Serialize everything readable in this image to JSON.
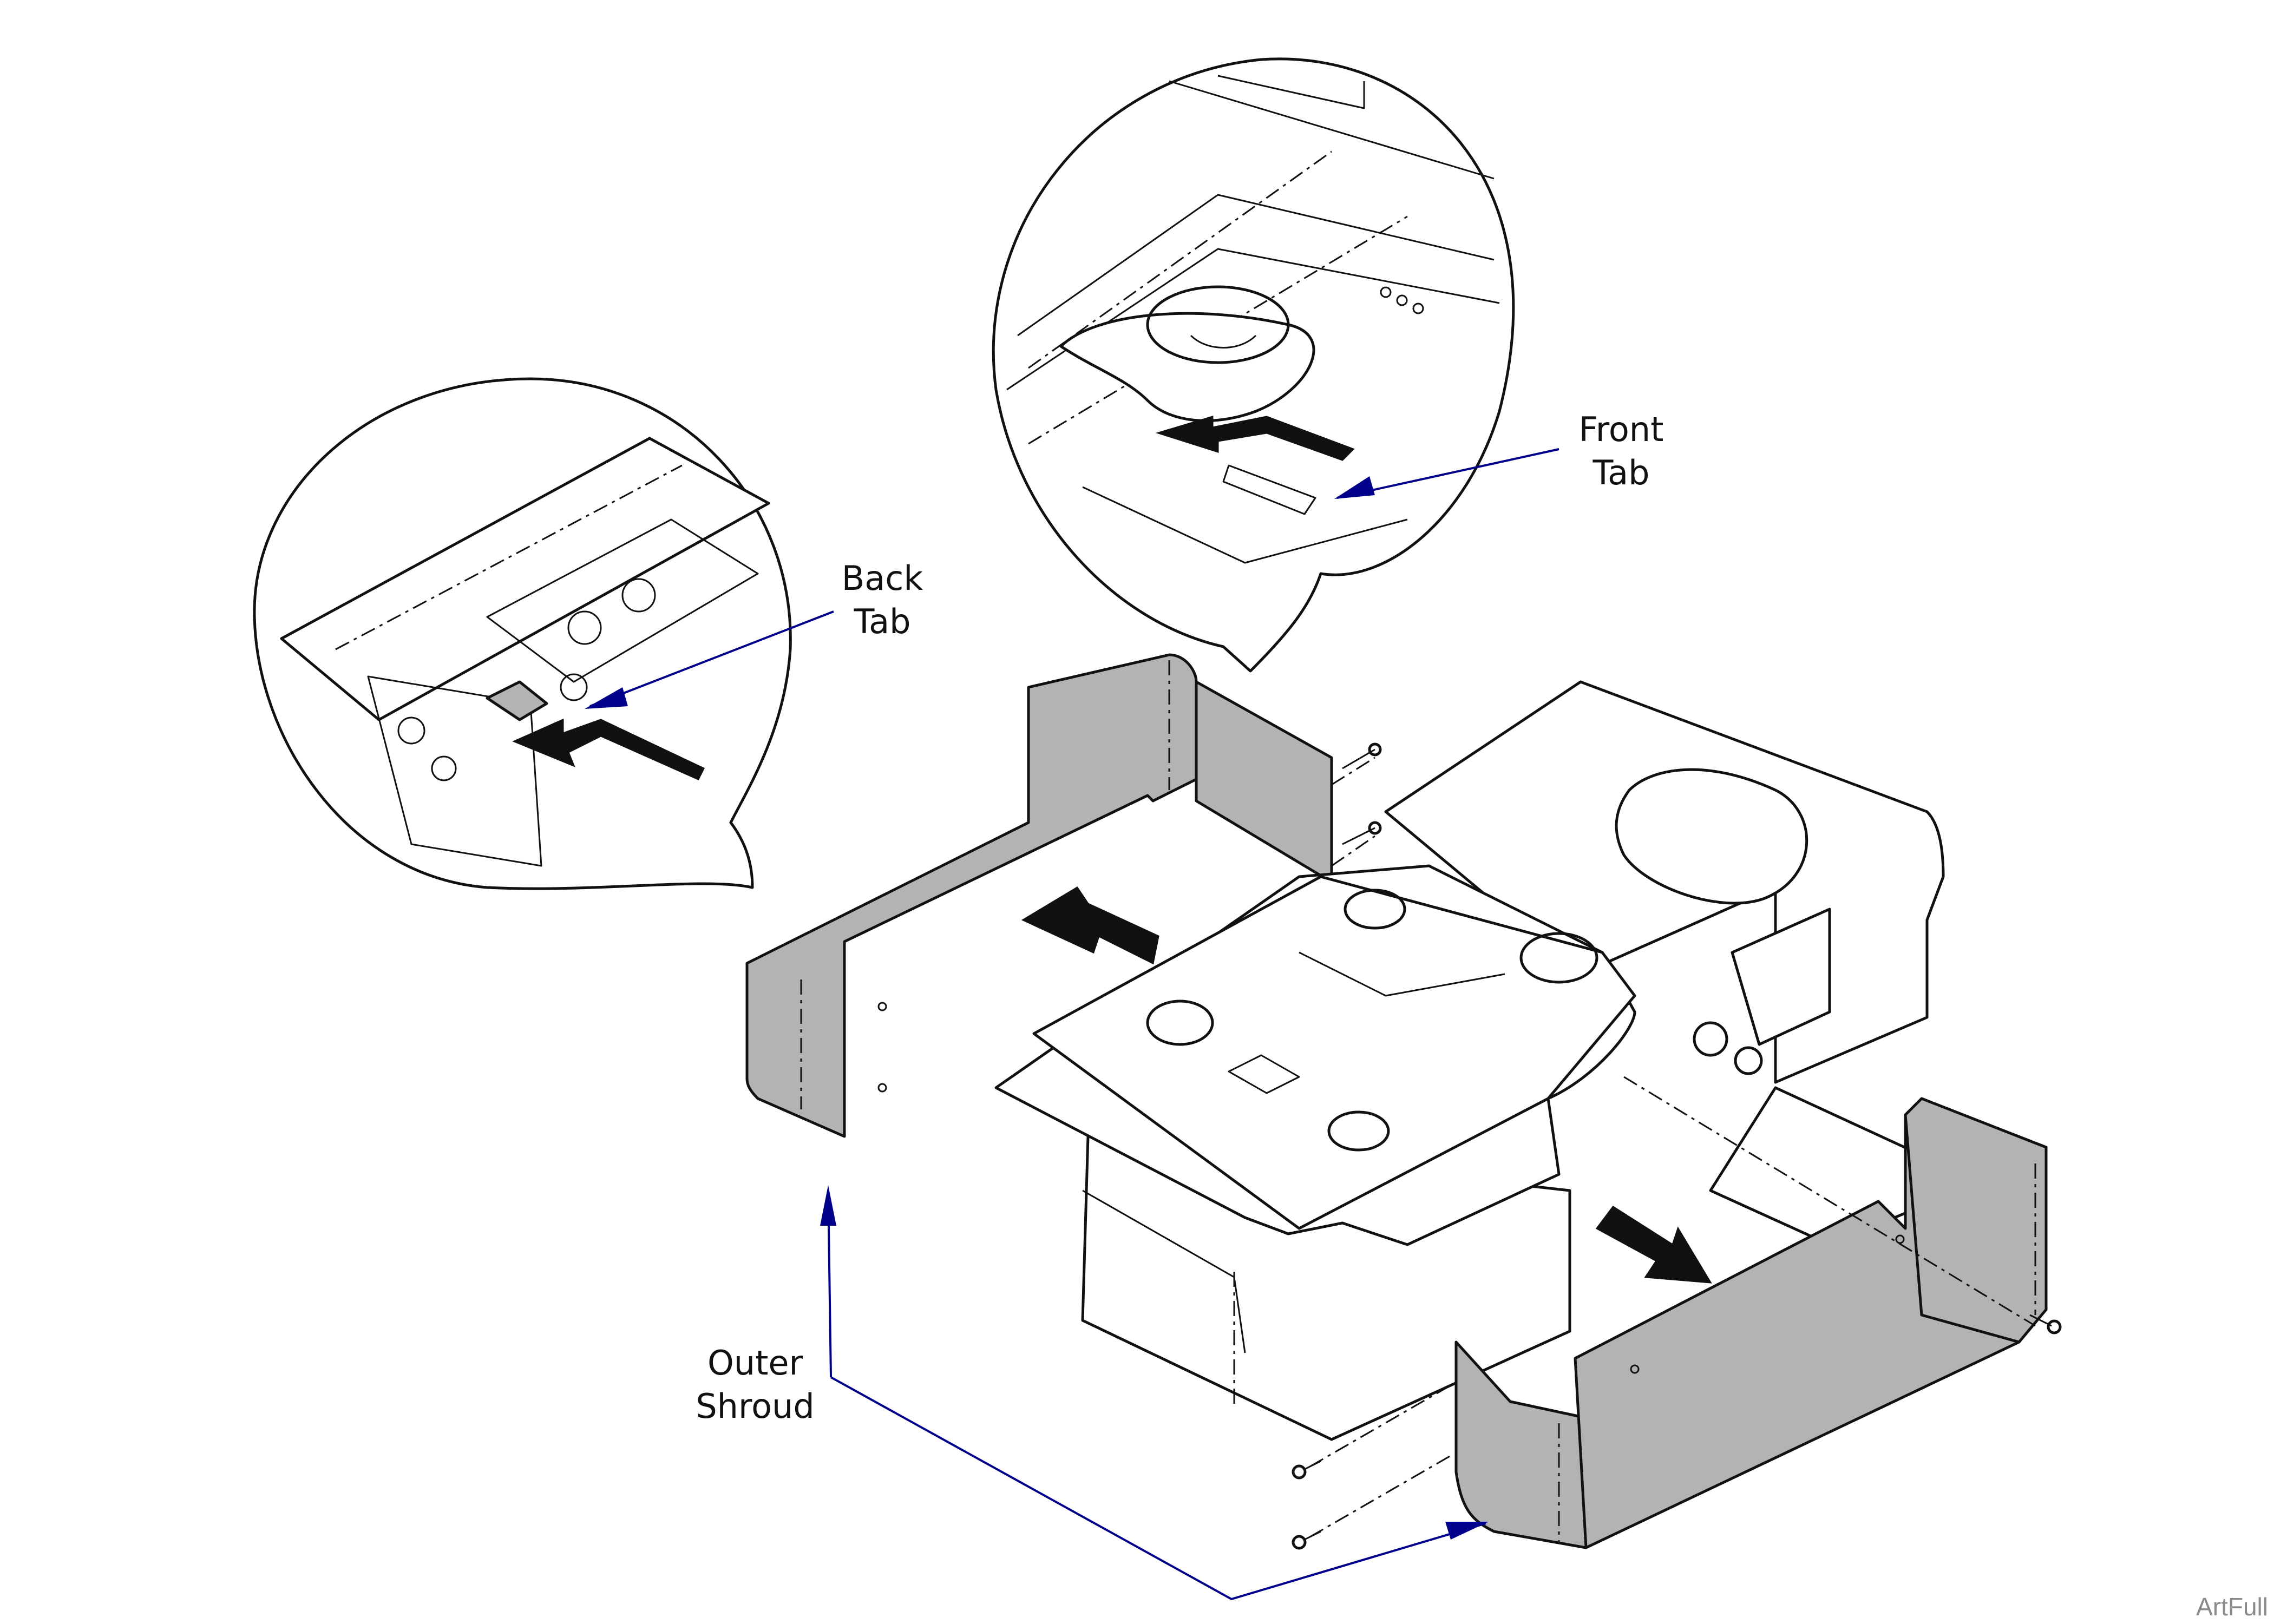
{
  "callouts": {
    "back_tab": [
      "Back",
      "Tab"
    ],
    "front_tab": [
      "Front",
      "Tab"
    ],
    "outer_shroud": [
      "Outer",
      "Shroud"
    ]
  },
  "corner_tag": "ArtFull",
  "colors": {
    "leader": "#00008b",
    "shroud_panel": "#b3b3b3",
    "line": "#111111"
  }
}
